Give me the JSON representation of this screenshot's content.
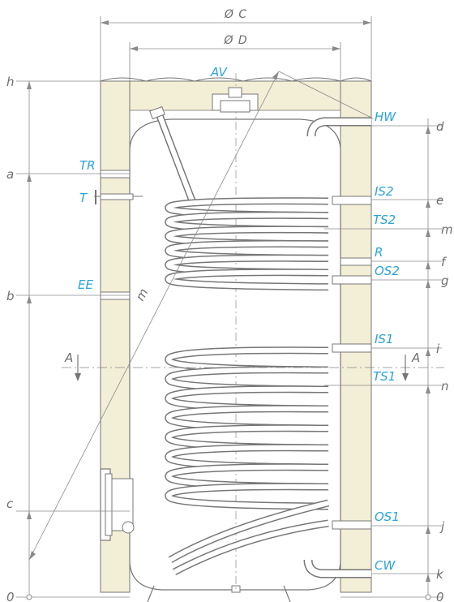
{
  "dimensions": {
    "outer_diameter": "Ø C",
    "inner_diameter": "Ø D",
    "diagonal": "m"
  },
  "left_levels": [
    {
      "id": "h",
      "label": "h"
    },
    {
      "id": "a",
      "label": "a"
    },
    {
      "id": "b",
      "label": "b"
    },
    {
      "id": "c",
      "label": "c"
    },
    {
      "id": "zero",
      "label": "0"
    }
  ],
  "right_levels": [
    {
      "id": "d",
      "label": "d"
    },
    {
      "id": "e",
      "label": "e"
    },
    {
      "id": "m",
      "label": "m"
    },
    {
      "id": "f",
      "label": "f"
    },
    {
      "id": "g",
      "label": "g"
    },
    {
      "id": "i",
      "label": "i"
    },
    {
      "id": "n",
      "label": "n"
    },
    {
      "id": "j",
      "label": "j"
    },
    {
      "id": "k",
      "label": "k"
    },
    {
      "id": "zero",
      "label": "0"
    }
  ],
  "connections": {
    "AV": "AV",
    "HW": "HW",
    "TR": "TR",
    "T": "T",
    "IS2": "IS2",
    "TS2": "TS2",
    "R": "R",
    "OS2": "OS2",
    "EE": "EE",
    "IS1": "IS1",
    "TS1": "TS1",
    "OS1": "OS1",
    "CW": "CW"
  },
  "section_marker": "A",
  "colors": {
    "insulation": "#f3eed6",
    "label_blue": "#2aa3dc",
    "line_gray": "#777777",
    "dim_gray": "#6e6e6e"
  }
}
